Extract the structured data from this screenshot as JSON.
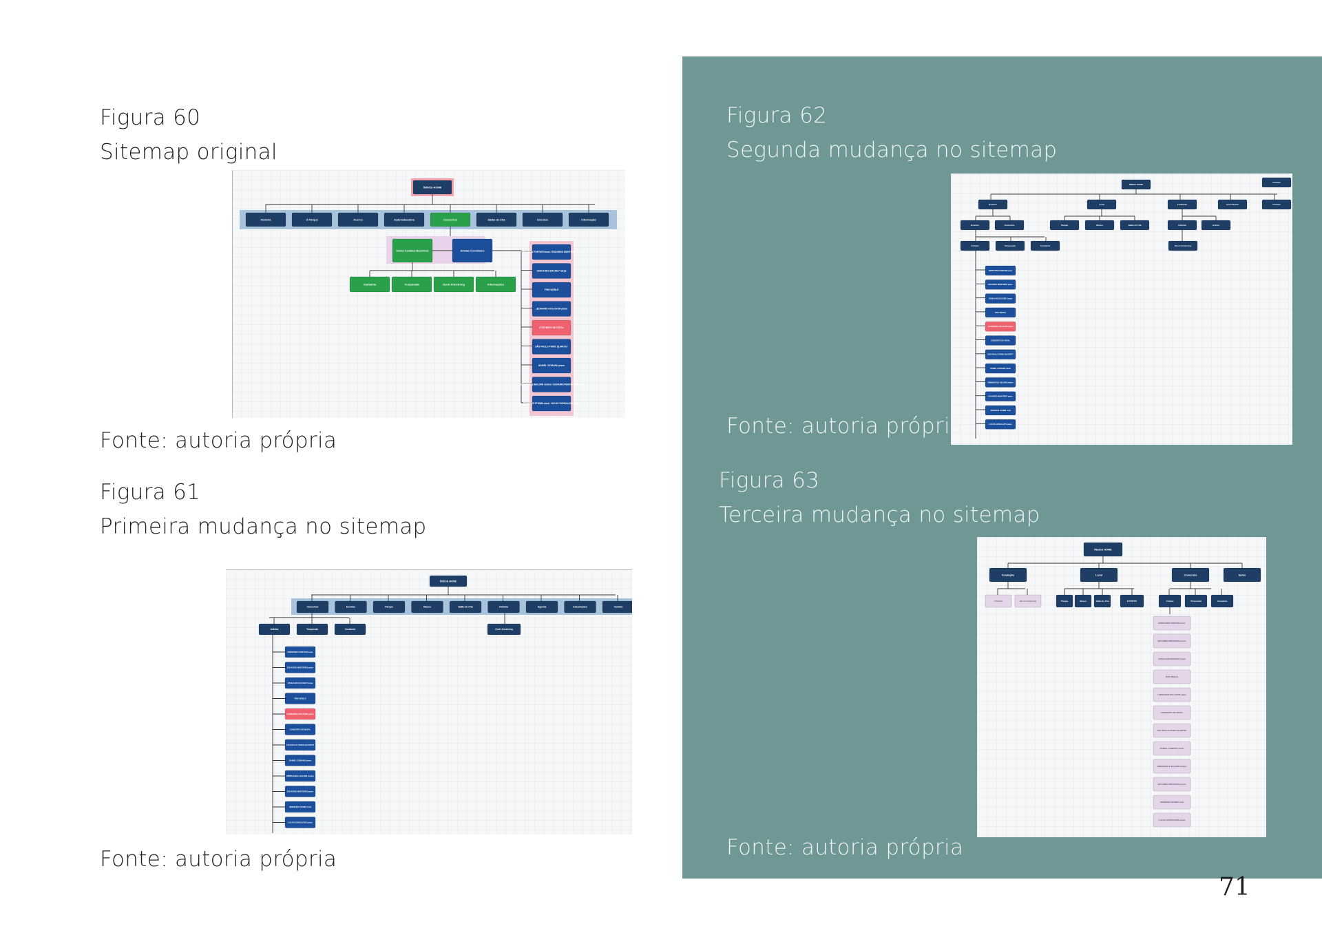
{
  "page_number": "71",
  "colors": {
    "panel": "#6f9796",
    "node_dark": "#1f3e66",
    "node_blue": "#1b4f9b",
    "node_green": "#2aa04a",
    "node_red": "#f06170",
    "node_lilac": "#e4d5e8"
  },
  "figures": [
    {
      "id": "fig60",
      "label": "Figura 60",
      "title": "Sitemap original",
      "source": "Fonte: autoria própria",
      "sitemap": {
        "root": "ÍNDICE HOME",
        "level1": [
          "História",
          "O Parque",
          "Acervo",
          "Ação Educativa",
          "Concertos",
          "Salão de Chá",
          "Eventos",
          "Informação"
        ],
        "level2": [
          "Shows Contatos Benefícios",
          "Artistas Convidados"
        ],
        "level3": [
          "Cantabria",
          "Temporada",
          "Ouvir Armstrong",
          "Informações"
        ],
        "artists": [
          "FERNANDO PORTARI tenor / EDUARDO MONTEIRO piano",
          "SASHA BOLDACHEV harpa",
          "TRIO WEBLE",
          "LEONARDO KOLOVOR piano",
          "CONCERTO DE NATAL",
          "SÃO PAULO PIANO QUARTET",
          "DANIEL CIOBANU piano",
          "EMMANUELE BALDINI violino / EDUARDO MONTEIRO piano",
          "JENNIFER STUMM viola / LUCAS GONÇALVES piano"
        ]
      }
    },
    {
      "id": "fig61",
      "label": "Figura 61",
      "title": "Primeira mudança no sitemap",
      "source": "Fonte: autoria própria",
      "sitemap": {
        "root": "ÍNDICE HOME",
        "level1": [
          "Concertos",
          "Eventos",
          "Parque",
          "Museu",
          "Salão de Chá",
          "História",
          "Agenda",
          "Associações",
          "Contato"
        ],
        "level2": [
          "Artistas",
          "Temporada",
          "Curadoria",
          "Ouvir Armstrong"
        ],
        "artists": [
          "FERNANDO PORTARI tenor",
          "EDUARDO MONTEIRO piano",
          "SASHA BOLDACHEV harpa",
          "TRIO WEBLE",
          "LEONARDO KOLOVOR piano",
          "CONCERTO DE NATAL",
          "SÃO PAULO PIANO QUARTET",
          "DANIEL CIOBANU piano",
          "EMMANUELE BALDINI violino",
          "EDUARDO MONTEIRO piano",
          "JENNIFER STUMM viola",
          "LUCAS GONÇALVES piano"
        ]
      }
    },
    {
      "id": "fig62",
      "label": "Figura 62",
      "title": "Segunda  mudança no sitemap",
      "source": "Fonte: autoria própria",
      "sitemap": {
        "root": "ÍNDICE HOME",
        "extra": "Contato",
        "level1": [
          "Eventos",
          "Local",
          "Fundação",
          "Associações",
          "Contato"
        ],
        "level2": [
          "Eventos",
          "Concertos",
          "Parque",
          "Museu",
          "Salão de Chá",
          "História",
          "Acervo",
          "Ouvir Armstrong"
        ],
        "level3": [
          "Artistas",
          "Temporada",
          "Curadoria"
        ],
        "artists": [
          "FERNANDO PORTARI tenor",
          "EDUARDO MONTEIRO piano",
          "SASHA BOLDACHEV harpa",
          "TRIO WEBLE",
          "LEONARDO KOLOVOR piano",
          "CONCERTO DE NATAL",
          "SÃO PAULO PIANO QUARTET",
          "DANIEL CIOBANU piano",
          "EMMANUELE BALDINI violino",
          "EDUARDO MONTEIRO piano",
          "JENNIFER STUMM viola",
          "LUCAS GONÇALVES piano"
        ]
      }
    },
    {
      "id": "fig63",
      "label": "Figura 63",
      "title": "Terceira mudança no sitemap",
      "source": "Fonte: autoria própria",
      "sitemap": {
        "root": "ÍNDICE HOME",
        "level1": [
          "Fundação",
          "Local",
          "Concertos",
          "Sobre"
        ],
        "level2a": [
          "História",
          "Ouvir Armstrong"
        ],
        "level2b": [
          "Parque",
          "Museu",
          "Salão de Chá",
          "EVENTOS"
        ],
        "level2c": [
          "Artistas",
          "Temporada",
          "Curadoria"
        ],
        "artists": [
          "FERNANDO PORTARI tenor",
          "EDUARDO MONTEIRO piano",
          "SASHA BOLDACHEV harpa",
          "TRIO WEBLE",
          "LEONARDO KOLOVOR piano",
          "CONCERTO DE NATAL",
          "SÃO PAULO PIANO QUARTET",
          "DANIEL CIOBANU piano",
          "EMMANUELE BALDINI violino",
          "EDUARDO MONTEIRO piano",
          "JENNIFER STUMM viola",
          "LUCAS GONÇALVES piano"
        ]
      }
    }
  ]
}
